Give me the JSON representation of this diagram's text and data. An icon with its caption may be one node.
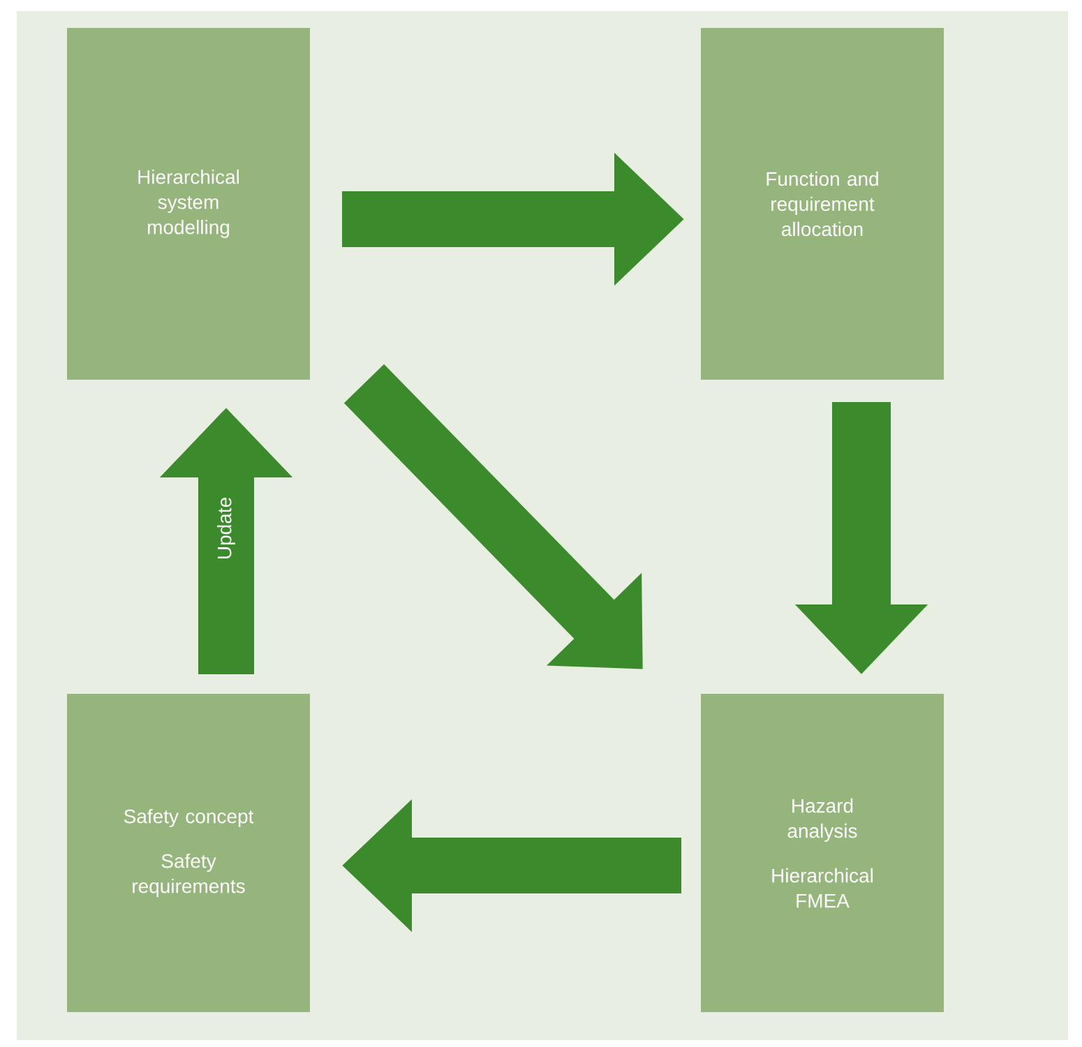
{
  "diagram": {
    "nodes": [
      {
        "text": [
          "Hierarchical system modelling"
        ]
      },
      {
        "text": [
          "Function and requirement allocation"
        ]
      },
      {
        "text": [
          "Safety concept",
          "Safety requirements"
        ]
      },
      {
        "text": [
          "Hazard analysis",
          "Hierarchical FMEA"
        ]
      }
    ],
    "edges": [
      {
        "from": 0,
        "to": 1,
        "arrow": "to"
      },
      {
        "from": 1,
        "to": 3,
        "arrow": "to"
      },
      {
        "from": 0,
        "to": 3,
        "arrow": "to"
      },
      {
        "from": 3,
        "to": 2,
        "arrow": "to"
      },
      {
        "from": 2,
        "to": 0,
        "arrow": "to",
        "label": "Update"
      }
    ]
  }
}
